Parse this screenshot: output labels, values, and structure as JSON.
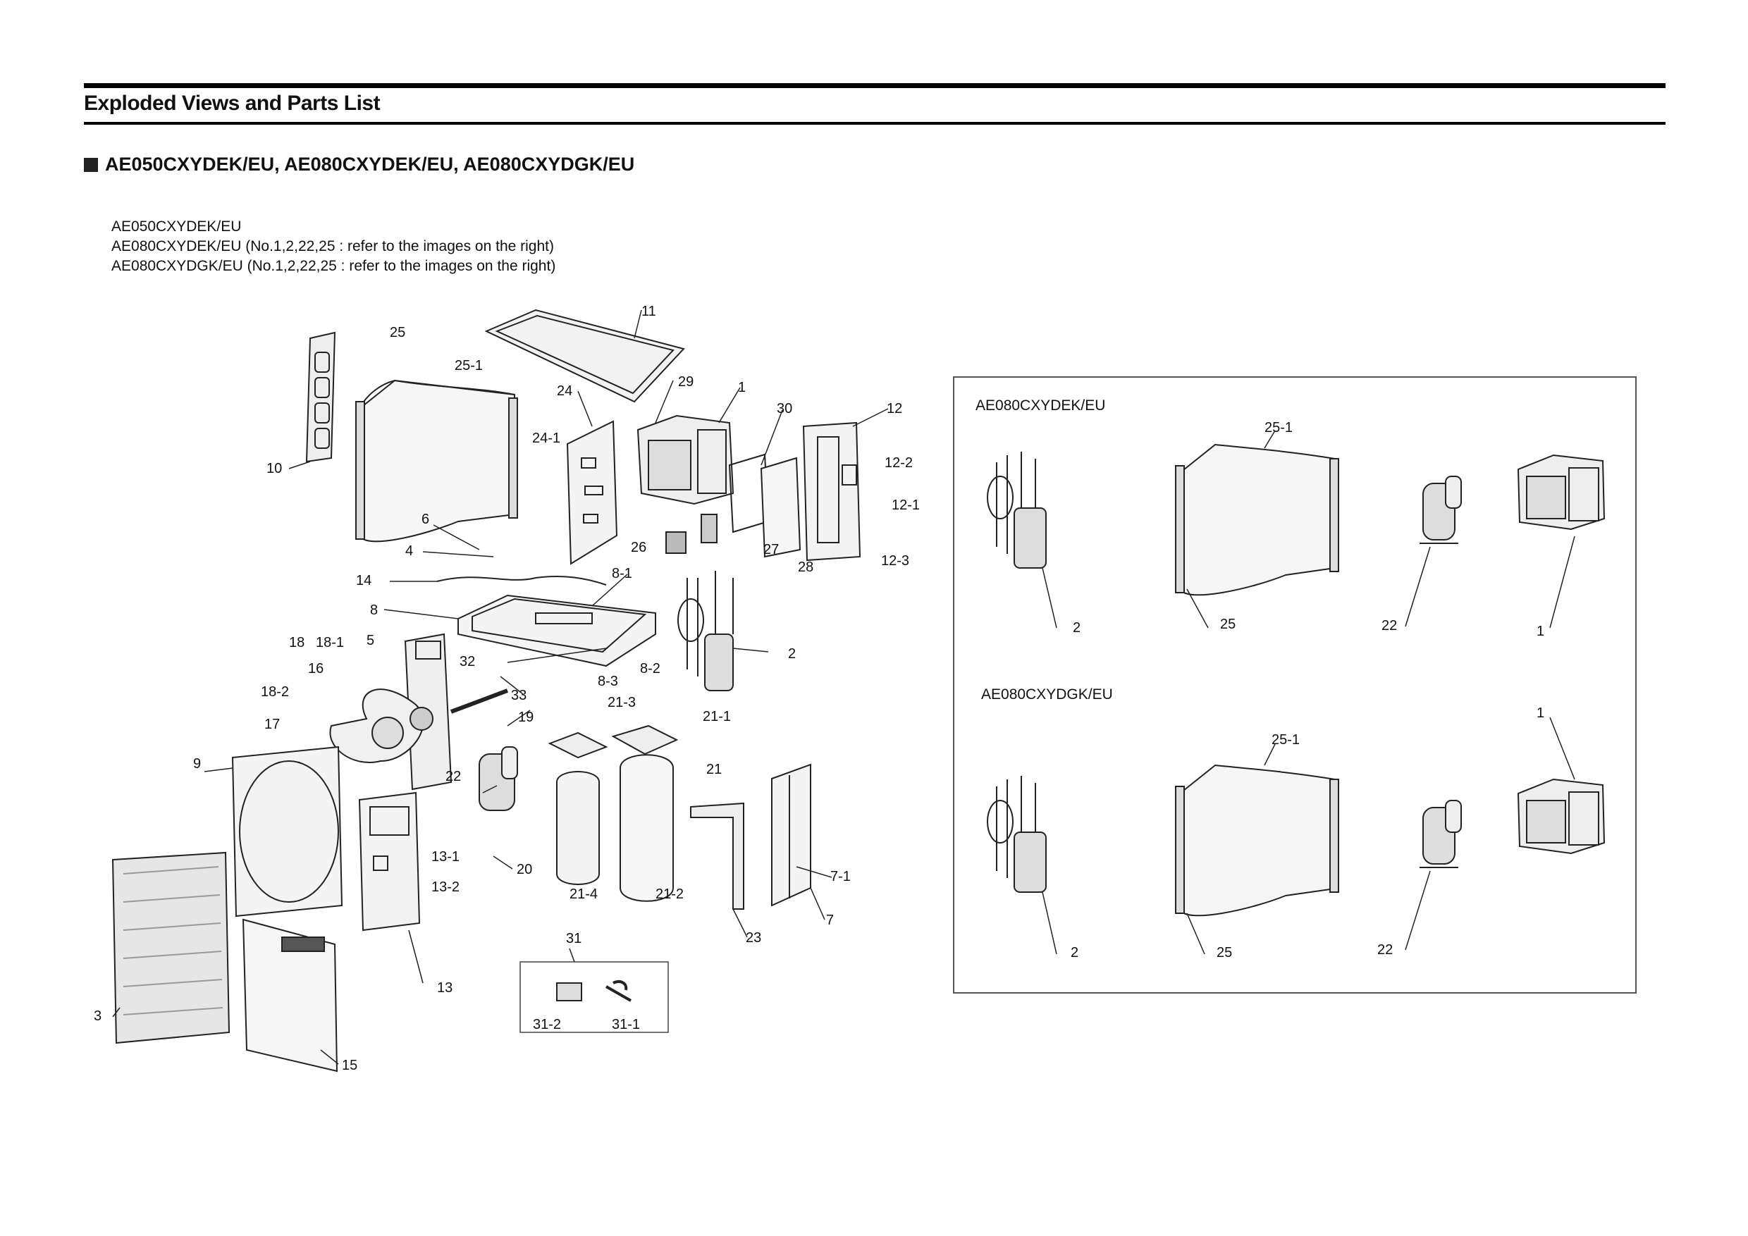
{
  "header": {
    "title": "Exploded Views and Parts List",
    "model_heading": "AE050CXYDEK/EU, AE080CXYDEK/EU, AE080CXYDGK/EU"
  },
  "notes": [
    "AE050CXYDEK/EU",
    "AE080CXYDEK/EU (No.1,2,22,25 : refer to the images on the right)",
    "AE080CXYDGK/EU (No.1,2,22,25 : refer to the images on the right)"
  ],
  "main_labels": {
    "l11": "11",
    "l25": "25",
    "l25_1": "25-1",
    "l24": "24",
    "l29": "29",
    "l1": "1",
    "l30": "30",
    "l12": "12",
    "l24_1": "24-1",
    "l12_2": "12-2",
    "l10": "10",
    "l12_1": "12-1",
    "l6": "6",
    "l4": "4",
    "l26": "26",
    "l27": "27",
    "l28": "28",
    "l12_3": "12-3",
    "l14": "14",
    "l8_1": "8-1",
    "l8": "8",
    "l18": "18",
    "l18_1": "18-1",
    "l5": "5",
    "l16": "16",
    "l32": "32",
    "l33": "33",
    "l8_3": "8-3",
    "l8_2": "8-2",
    "l2": "2",
    "l18_2": "18-2",
    "l21_3": "21-3",
    "l21_1": "21-1",
    "l17": "17",
    "l19": "19",
    "l9": "9",
    "l21": "21",
    "l22": "22",
    "l13_1": "13-1",
    "l13_2": "13-2",
    "l20": "20",
    "l21_4": "21-4",
    "l21_2": "21-2",
    "l7_1": "7-1",
    "l7": "7",
    "l23": "23",
    "l31": "31",
    "l13": "13",
    "l3": "3",
    "l31_2": "31-2",
    "l31_1": "31-1",
    "l15": "15"
  },
  "inset": {
    "model_a": "AE080CXYDEK/EU",
    "model_b": "AE080CXYDGK/EU",
    "a_labels": {
      "l25_1": "25-1",
      "l2": "2",
      "l25": "25",
      "l22": "22",
      "l1": "1"
    },
    "b_labels": {
      "l1": "1",
      "l25_1": "25-1",
      "l2": "2",
      "l25": "25",
      "l22": "22"
    }
  }
}
